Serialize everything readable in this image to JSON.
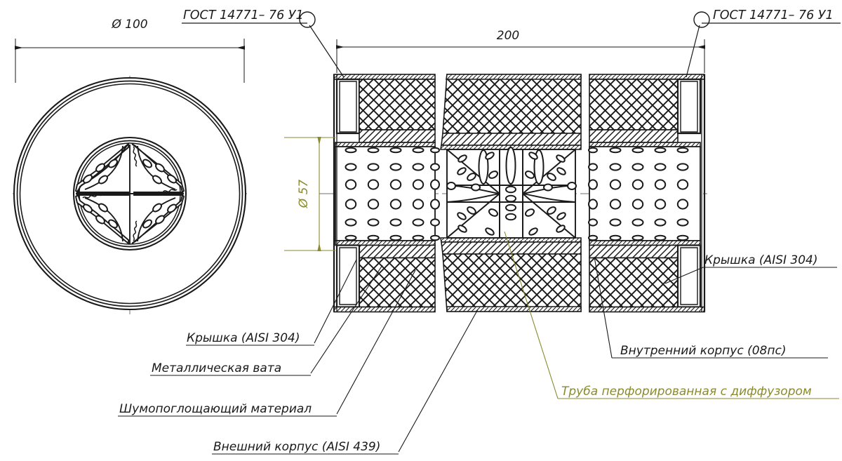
{
  "drawing": {
    "title": "Чертёж глушителя — разрез",
    "units": "mm",
    "line_color": "#1a1a1a",
    "accent_color": "#8a8a2e",
    "centerline_color": "#8c8c8c"
  },
  "dimensions": {
    "outer_diameter": "Ø 100",
    "length": "200",
    "inner_diameter": "Ø 57"
  },
  "notes": {
    "gost_left": "ГОСТ 14771– 76 У1",
    "gost_right": "ГОСТ 14771– 76 У1"
  },
  "callouts": [
    {
      "id": "cap-left",
      "text": "Крышка (AISI 304)",
      "color": "#1a1a1a"
    },
    {
      "id": "metal-wool",
      "text": "Металлическая вата",
      "color": "#1a1a1a"
    },
    {
      "id": "sound-abs",
      "text": "Шумопоглощающий материал",
      "color": "#1a1a1a"
    },
    {
      "id": "outer-body",
      "text": "Внешний корпус (AISI 439)",
      "color": "#1a1a1a"
    },
    {
      "id": "cap-right",
      "text": "Крышка (AISI 304)",
      "color": "#1a1a1a"
    },
    {
      "id": "inner-body",
      "text": "Внутренний корпус (08пс)",
      "color": "#1a1a1a"
    },
    {
      "id": "perf-tube",
      "text": "Труба перфорированная с диффузором",
      "color": "#8a8a2e"
    }
  ]
}
